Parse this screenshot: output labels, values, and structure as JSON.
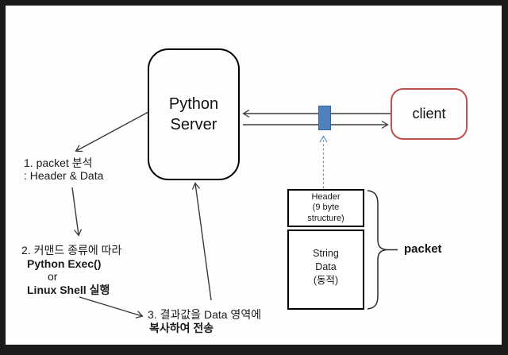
{
  "server": {
    "line1": "Python",
    "line2": "Server"
  },
  "client": {
    "label": "client"
  },
  "flow_steps": {
    "step1_line1": "1. packet 분석",
    "step1_line2": ": Header & Data",
    "step2_line1": "2. 커맨드 종류에 따라",
    "step2_line2": "Python Exec()",
    "step2_line3": "or",
    "step2_line4": "Linux Shell 실행",
    "step3_line1": "3. 결과값을 Data 영역에",
    "step3_line2": "복사하여 전송"
  },
  "packet": {
    "header_line1": "Header",
    "header_line2": "(9 byte",
    "header_line3": "structure)",
    "data_line1": "String",
    "data_line2": "Data",
    "data_line3": "(동적)",
    "brace_label": "packet"
  },
  "colors": {
    "frame_bg": "#1a1a1a",
    "canvas_bg": "#fefefe",
    "client_border": "#c0504d",
    "connector_fill": "#4f81bd",
    "connector_border": "#38609c",
    "dashed_arrow": "#5b8ec4",
    "line": "#3a3a3a"
  }
}
